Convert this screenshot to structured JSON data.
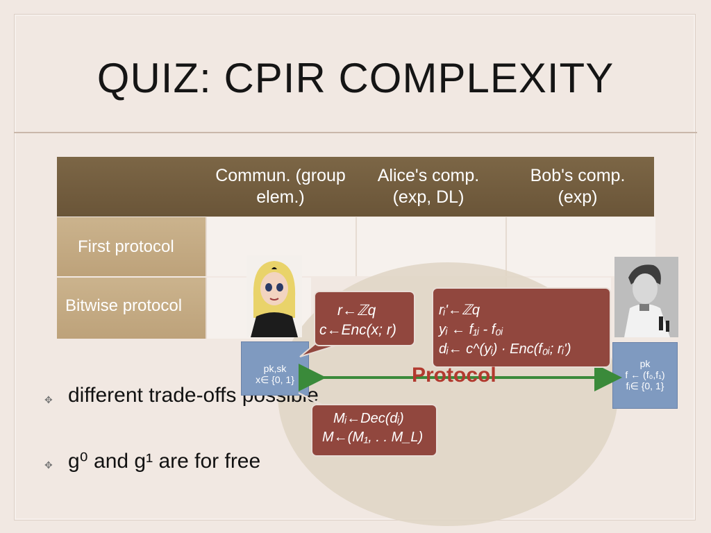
{
  "title": "QUIZ: CPIR COMPLEXITY",
  "table": {
    "headers": [
      "Commun. (group elem.)",
      "Alice's comp. (exp, DL)",
      "Bob's comp. (exp)"
    ],
    "rows": [
      "First protocol",
      "Bitwise protocol"
    ]
  },
  "bullets": [
    "different trade-offs possible",
    "g⁰ and g¹ are for free"
  ],
  "alice_box": {
    "line1": "pk,sk",
    "line2": "x∈ {0, 1}"
  },
  "bob_box": {
    "line1": "pk",
    "line2": "f ← (f₀,f₁)",
    "line3": "fᵢ∈ {0, 1}"
  },
  "callout_alice": {
    "line1": "r←ℤq",
    "line2": "c←Enc(x; r)"
  },
  "callout_bob": {
    "line1": "rᵢ'←ℤq",
    "line2": "yᵢ ← f₁ᵢ - f₀ᵢ",
    "line3": "dᵢ← c^(yᵢ) · Enc(f₀ᵢ; rᵢ')"
  },
  "callout_decode": {
    "line1": "Mᵢ←Dec(dᵢ)",
    "line2": "M←(M₁, . . M_L)"
  },
  "protocol_label": "Protocol",
  "colors": {
    "header": "#6f5a3c",
    "row_label": "#c4ab84",
    "callout": "#91473e",
    "party_box": "#7f9ac0",
    "arrow": "#3a8a3a"
  }
}
